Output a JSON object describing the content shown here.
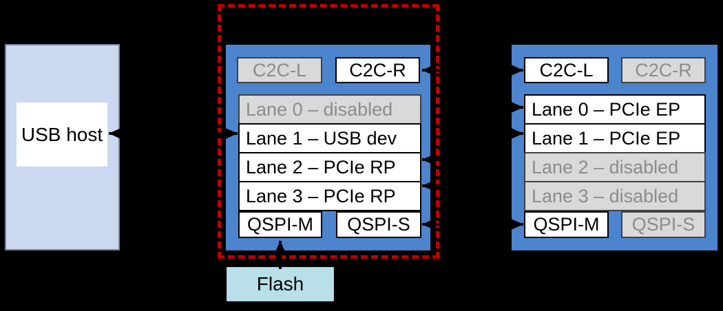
{
  "usb_host": {
    "label": "USB host"
  },
  "flash": {
    "label": "Flash"
  },
  "left_soc": {
    "c2c": [
      {
        "label": "C2C-L",
        "disabled": true
      },
      {
        "label": "C2C-R",
        "disabled": false
      }
    ],
    "lanes": [
      {
        "label": "Lane 0 – disabled",
        "disabled": true
      },
      {
        "label": "Lane 1 – USB dev",
        "disabled": false
      },
      {
        "label": "Lane 2 – PCIe RP",
        "disabled": false
      },
      {
        "label": "Lane 3 – PCIe RP",
        "disabled": false
      }
    ],
    "qspi": [
      {
        "label": "QSPI-M",
        "disabled": false
      },
      {
        "label": "QSPI-S",
        "disabled": false
      }
    ]
  },
  "right_soc": {
    "c2c": [
      {
        "label": "C2C-L",
        "disabled": false
      },
      {
        "label": "C2C-R",
        "disabled": true
      }
    ],
    "lanes": [
      {
        "label": "Lane 0 – PCIe EP",
        "disabled": false
      },
      {
        "label": "Lane 1 – PCIe EP",
        "disabled": false
      },
      {
        "label": "Lane 2 – disabled",
        "disabled": true
      },
      {
        "label": "Lane 3 – disabled",
        "disabled": true
      }
    ],
    "qspi": [
      {
        "label": "QSPI-M",
        "disabled": false
      },
      {
        "label": "QSPI-S",
        "disabled": true
      }
    ]
  },
  "colors": {
    "background": "#000000",
    "soc_fill": "#4C84CE",
    "usb_host_fill": "#CBD9F0",
    "flash_fill": "#B9DFE9",
    "active_cell_fill": "#FFFFFF",
    "disabled_cell_fill": "#D9D9D9",
    "disabled_cell_text": "#8C8C8C",
    "highlight_border": "#C00000",
    "arrow": "#000000"
  }
}
